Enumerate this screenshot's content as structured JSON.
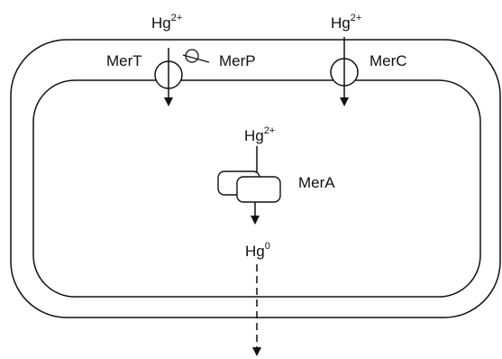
{
  "labels": {
    "hg_top_left": {
      "base": "Hg",
      "sup": "2+"
    },
    "hg_top_right": {
      "base": "Hg",
      "sup": "2+"
    },
    "hg_inner": {
      "base": "Hg",
      "sup": "2+"
    },
    "hg_zero": {
      "base": "Hg",
      "sup": "0"
    },
    "mer_t": "MerT",
    "mer_p": "MerP",
    "mer_c": "MerC",
    "mer_a": "MerA"
  },
  "colors": {
    "stroke": "#111111",
    "background": "#ffffff"
  }
}
